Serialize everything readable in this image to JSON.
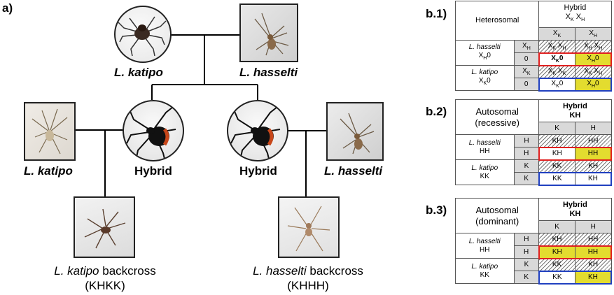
{
  "panel_a": {
    "label": "a)",
    "parents": {
      "left": "L. katipo",
      "right": "L. hasselti"
    },
    "row2": {
      "left_species": "L. katipo",
      "hybrid_left": "Hybrid",
      "hybrid_right": "Hybrid",
      "right_species": "L. hasselti"
    },
    "backcross_left": {
      "species": "L. katipo",
      "word": "backcross",
      "code": "(KHKK)"
    },
    "backcross_right": {
      "species": "L. hasselti",
      "word": "backcross",
      "code": "(KHHH)"
    }
  },
  "b1": {
    "label": "b.1)",
    "title": "Heterosomal",
    "hybrid_title": "Hybrid",
    "hybrid_geno": "XK XH",
    "col1": "XK",
    "col2": "XH",
    "rows": [
      {
        "species": "L. hasselti",
        "geno": "XH0",
        "g1": "XH",
        "g2": "0",
        "c11": "XK XH",
        "c12": "XH XH",
        "c21": "XK0",
        "c22": "XH0"
      },
      {
        "species": "L. katipo",
        "geno": "XK0",
        "g1": "XK",
        "g2": "0",
        "c11": "XK XK",
        "c12": "XK XH",
        "c21": "XK0",
        "c22": "XH0"
      }
    ]
  },
  "b2": {
    "label": "b.2)",
    "title1": "Autosomal",
    "title2": "(recessive)",
    "hybrid_title": "Hybrid",
    "hybrid_geno": "KH",
    "col1": "K",
    "col2": "H",
    "rows": [
      {
        "species": "L. hasselti",
        "geno": "HH",
        "g1": "H",
        "g2": "H",
        "c11": "KH",
        "c12": "HH",
        "c21": "KH",
        "c22": "HH"
      },
      {
        "species": "L. katipo",
        "geno": "KK",
        "g1": "K",
        "g2": "K",
        "c11": "KK",
        "c12": "KH",
        "c21": "KK",
        "c22": "KH"
      }
    ]
  },
  "b3": {
    "label": "b.3)",
    "title1": "Autosomal",
    "title2": "(dominant)",
    "hybrid_title": "Hybrid",
    "hybrid_geno": "KH",
    "col1": "K",
    "col2": "H",
    "rows": [
      {
        "species": "L. hasselti",
        "geno": "HH",
        "g1": "H",
        "g2": "H",
        "c11": "KH",
        "c12": "HH",
        "c21": "KH",
        "c22": "HH"
      },
      {
        "species": "L. katipo",
        "geno": "KK",
        "g1": "K",
        "g2": "K",
        "c11": "KK",
        "c12": "KH",
        "c21": "KK",
        "c22": "KH"
      }
    ]
  },
  "colors": {
    "yellow": "#e3dc2f",
    "red_box": "#e02020",
    "blue_box": "#2040c0",
    "gray": "#d9d9d9"
  }
}
